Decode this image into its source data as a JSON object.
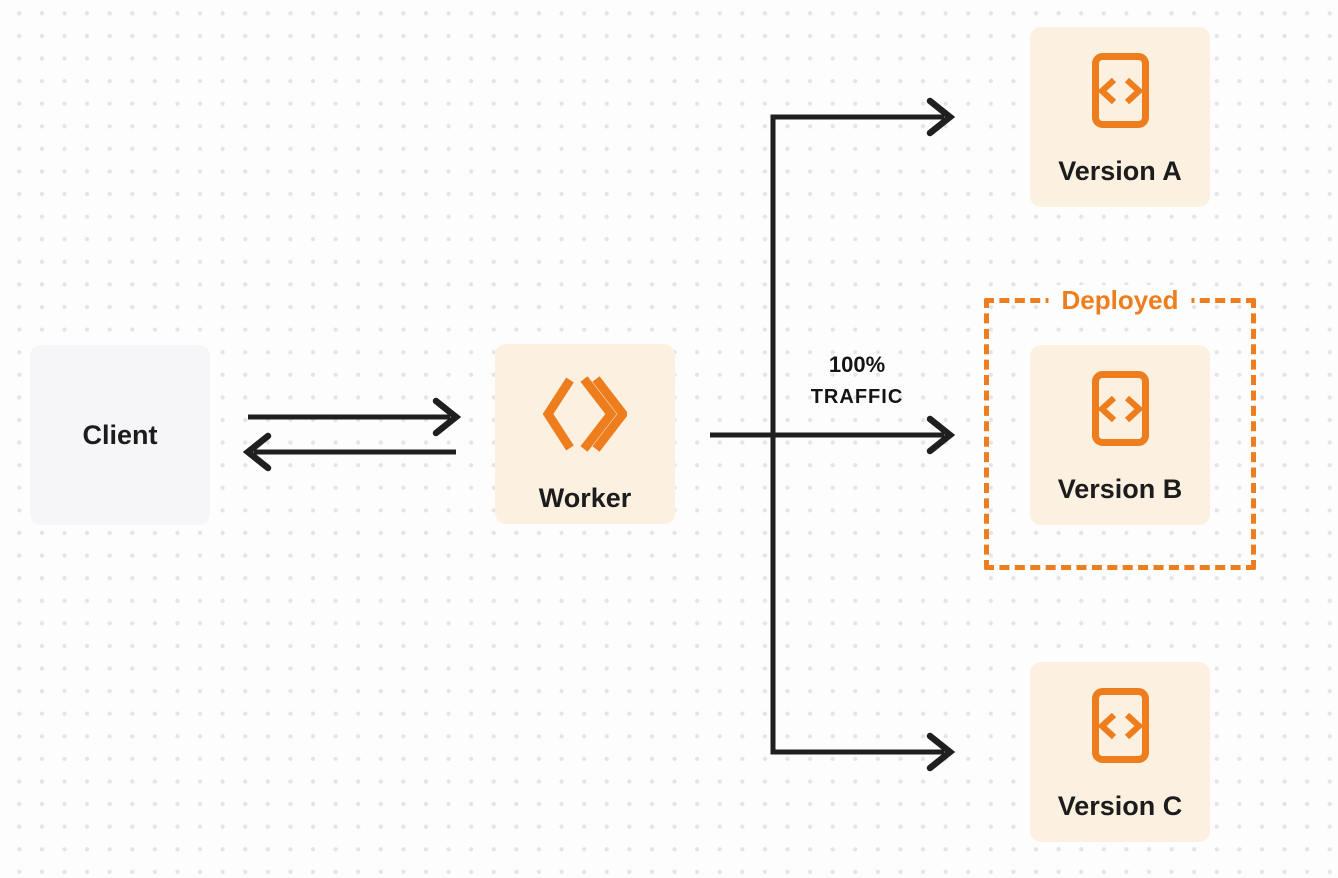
{
  "nodes": {
    "client": {
      "label": "Client"
    },
    "worker": {
      "label": "Worker",
      "icon": "workers-chevron-icon"
    },
    "version_a": {
      "label": "Version A",
      "icon": "code-file-icon"
    },
    "version_b": {
      "label": "Version B",
      "icon": "code-file-icon"
    },
    "version_c": {
      "label": "Version C",
      "icon": "code-file-icon"
    }
  },
  "edge_labels": {
    "traffic_percent": "100%",
    "traffic_word": "TRAFFIC"
  },
  "group": {
    "deployed_label": "Deployed"
  },
  "colors": {
    "accent_orange": "#EE7E1D",
    "node_fill_cream": "#FCF0E0",
    "node_fill_gray": "#F6F6F8",
    "connector_line": "#1F1F1F",
    "label_text": "#1C1C1C",
    "dot_grid": "#E4E4E8",
    "background": "#FDFDFD"
  }
}
